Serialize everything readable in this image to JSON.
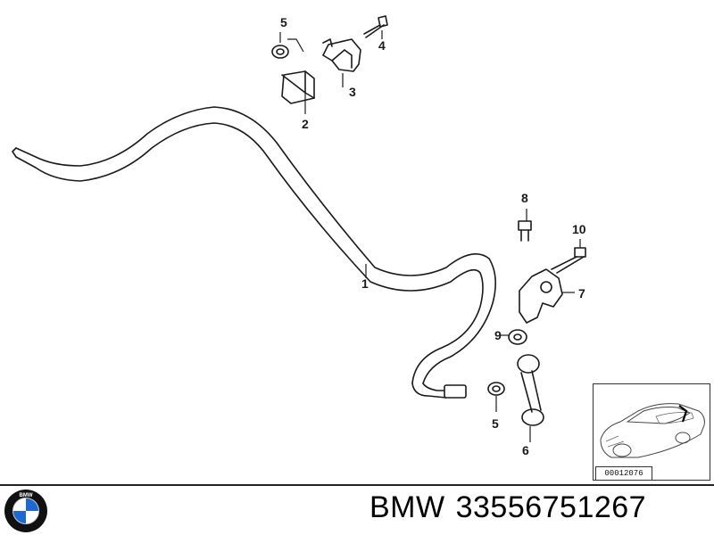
{
  "callouts": {
    "c1": "1",
    "c2": "2",
    "c3": "3",
    "c4": "4",
    "c5a": "5",
    "c5b": "5",
    "c6": "6",
    "c7": "7",
    "c8": "8",
    "c9": "9",
    "c10": "10"
  },
  "inset": {
    "code": "00012076"
  },
  "footer": {
    "brand": "BMW",
    "part_number": "33556751267"
  },
  "logo": {
    "lettering": "BMW",
    "colors": {
      "ring": "#111111",
      "blue": "#1c69d4",
      "white": "#ffffff"
    }
  }
}
